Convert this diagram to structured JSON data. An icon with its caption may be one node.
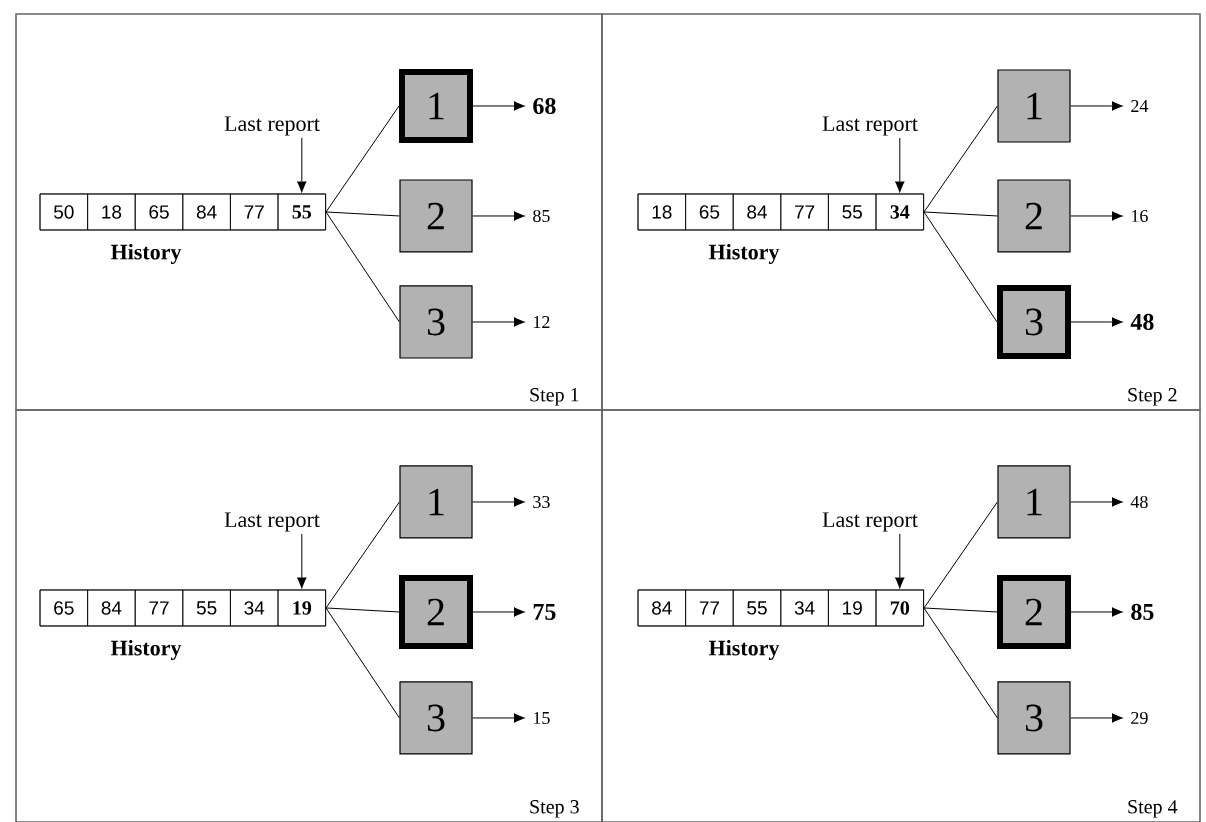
{
  "diagram": {
    "nodes": [
      {
        "text": [
          "Step 1"
        ]
      },
      {
        "text": [],
        "shape": "box",
        "beside": [
          "History"
        ],
        "in": 0
      },
      {
        "text": [
          "50"
        ],
        "in": 1
      },
      {
        "text": [
          "18"
        ],
        "in": 1
      },
      {
        "text": [
          "65"
        ],
        "in": 1
      },
      {
        "text": [
          "84"
        ],
        "in": 1
      },
      {
        "text": [
          "77"
        ],
        "in": 1
      },
      {
        "text": [
          "55"
        ],
        "in": 1
      },
      {
        "text": [
          "Last report"
        ],
        "in": 0
      },
      {
        "text": [
          "1"
        ],
        "in": 0
      },
      {
        "text": [
          "2"
        ],
        "in": 0
      },
      {
        "text": [
          "3"
        ],
        "in": 0
      },
      {
        "text": [
          "68"
        ],
        "in": 0
      },
      {
        "text": [
          "85"
        ],
        "in": 0
      },
      {
        "text": [
          "12"
        ],
        "in": 0
      },
      {
        "text": [
          "Step 2"
        ]
      },
      {
        "text": [],
        "shape": "box",
        "beside": [
          "History"
        ],
        "in": 15
      },
      {
        "text": [
          "18"
        ],
        "in": 16
      },
      {
        "text": [
          "65"
        ],
        "in": 16
      },
      {
        "text": [
          "84"
        ],
        "in": 16
      },
      {
        "text": [
          "77"
        ],
        "in": 16
      },
      {
        "text": [
          "55"
        ],
        "in": 16
      },
      {
        "text": [
          "34"
        ],
        "in": 16
      },
      {
        "text": [
          "Last report"
        ],
        "in": 15
      },
      {
        "text": [
          "1"
        ],
        "in": 15
      },
      {
        "text": [
          "2"
        ],
        "in": 15
      },
      {
        "text": [
          "3"
        ],
        "in": 15
      },
      {
        "text": [
          "24"
        ],
        "in": 15
      },
      {
        "text": [
          "16"
        ],
        "in": 15
      },
      {
        "text": [
          "48"
        ],
        "in": 15
      },
      {
        "text": [
          "Step 3"
        ]
      },
      {
        "text": [],
        "shape": "box",
        "beside": [
          "History"
        ],
        "in": 30
      },
      {
        "text": [
          "65"
        ],
        "in": 31
      },
      {
        "text": [
          "84"
        ],
        "in": 31
      },
      {
        "text": [
          "77"
        ],
        "in": 31
      },
      {
        "text": [
          "55"
        ],
        "in": 31
      },
      {
        "text": [
          "34"
        ],
        "in": 31
      },
      {
        "text": [
          "19"
        ],
        "in": 31
      },
      {
        "text": [
          "Last report"
        ],
        "in": 30
      },
      {
        "text": [
          "1"
        ],
        "in": 30
      },
      {
        "text": [
          "2"
        ],
        "in": 30
      },
      {
        "text": [
          "3"
        ],
        "in": 30
      },
      {
        "text": [
          "33"
        ],
        "in": 30
      },
      {
        "text": [
          "75"
        ],
        "in": 30
      },
      {
        "text": [
          "15"
        ],
        "in": 30
      },
      {
        "text": [
          "Step 4"
        ]
      },
      {
        "text": [],
        "shape": "box",
        "beside": [
          "History"
        ],
        "in": 45
      },
      {
        "text": [
          "84"
        ],
        "in": 46
      },
      {
        "text": [
          "77"
        ],
        "in": 46
      },
      {
        "text": [
          "55"
        ],
        "in": 46
      },
      {
        "text": [
          "34"
        ],
        "in": 46
      },
      {
        "text": [
          "19"
        ],
        "in": 46
      },
      {
        "text": [
          "70"
        ],
        "in": 46
      },
      {
        "text": [
          "Last report"
        ],
        "in": 45
      },
      {
        "text": [
          "1"
        ],
        "in": 45
      },
      {
        "text": [
          "2"
        ],
        "in": 45
      },
      {
        "text": [
          "3"
        ],
        "in": 45
      },
      {
        "text": [
          "48"
        ],
        "in": 45
      },
      {
        "text": [
          "85"
        ],
        "in": 45
      },
      {
        "text": [
          "29"
        ],
        "in": 45
      }
    ],
    "edges": [
      {
        "from": 8,
        "to": 7,
        "arrow": "to"
      },
      {
        "from": 7,
        "to": 9,
        "arrow": "none"
      },
      {
        "from": 7,
        "to": 10,
        "arrow": "none"
      },
      {
        "from": 7,
        "to": 11,
        "arrow": "none"
      },
      {
        "from": 9,
        "to": 12,
        "arrow": "to"
      },
      {
        "from": 10,
        "to": 13,
        "arrow": "to"
      },
      {
        "from": 11,
        "to": 14,
        "arrow": "to"
      },
      {
        "from": 23,
        "to": 22,
        "arrow": "to"
      },
      {
        "from": 22,
        "to": 24,
        "arrow": "none"
      },
      {
        "from": 22,
        "to": 25,
        "arrow": "none"
      },
      {
        "from": 22,
        "to": 26,
        "arrow": "none"
      },
      {
        "from": 24,
        "to": 27,
        "arrow": "to"
      },
      {
        "from": 25,
        "to": 28,
        "arrow": "to"
      },
      {
        "from": 26,
        "to": 29,
        "arrow": "to"
      },
      {
        "from": 38,
        "to": 37,
        "arrow": "to"
      },
      {
        "from": 37,
        "to": 39,
        "arrow": "none"
      },
      {
        "from": 37,
        "to": 40,
        "arrow": "none"
      },
      {
        "from": 37,
        "to": 41,
        "arrow": "none"
      },
      {
        "from": 39,
        "to": 42,
        "arrow": "to"
      },
      {
        "from": 40,
        "to": 43,
        "arrow": "to"
      },
      {
        "from": 41,
        "to": 44,
        "arrow": "to"
      },
      {
        "from": 53,
        "to": 52,
        "arrow": "to"
      },
      {
        "from": 52,
        "to": 54,
        "arrow": "none"
      },
      {
        "from": 52,
        "to": 55,
        "arrow": "none"
      },
      {
        "from": 52,
        "to": 56,
        "arrow": "none"
      },
      {
        "from": 54,
        "to": 57,
        "arrow": "to"
      },
      {
        "from": 55,
        "to": 58,
        "arrow": "to"
      },
      {
        "from": 56,
        "to": 59,
        "arrow": "to"
      }
    ]
  }
}
